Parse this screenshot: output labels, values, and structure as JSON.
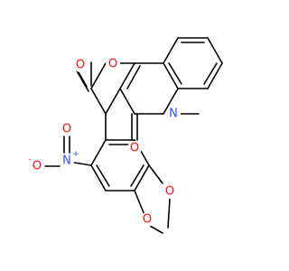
{
  "colors": {
    "carbon": "#000000",
    "oxygen": "#ff0d0d",
    "nitrogen": "#3050f8",
    "background": "#ffffff"
  },
  "atoms": {
    "o_carbonyl_top": "O",
    "o_ring_pyran": "O",
    "n_ring_quinolone": "N",
    "o_carbonyl_bottom": "O",
    "n_nitro": "N",
    "n_nitro_charge": "+",
    "o_nitro_left": "O",
    "o_nitro_left_charge": "-",
    "o_nitro_up": "O",
    "o_dioxole_upper": "O",
    "o_dioxole_lower": "O"
  }
}
